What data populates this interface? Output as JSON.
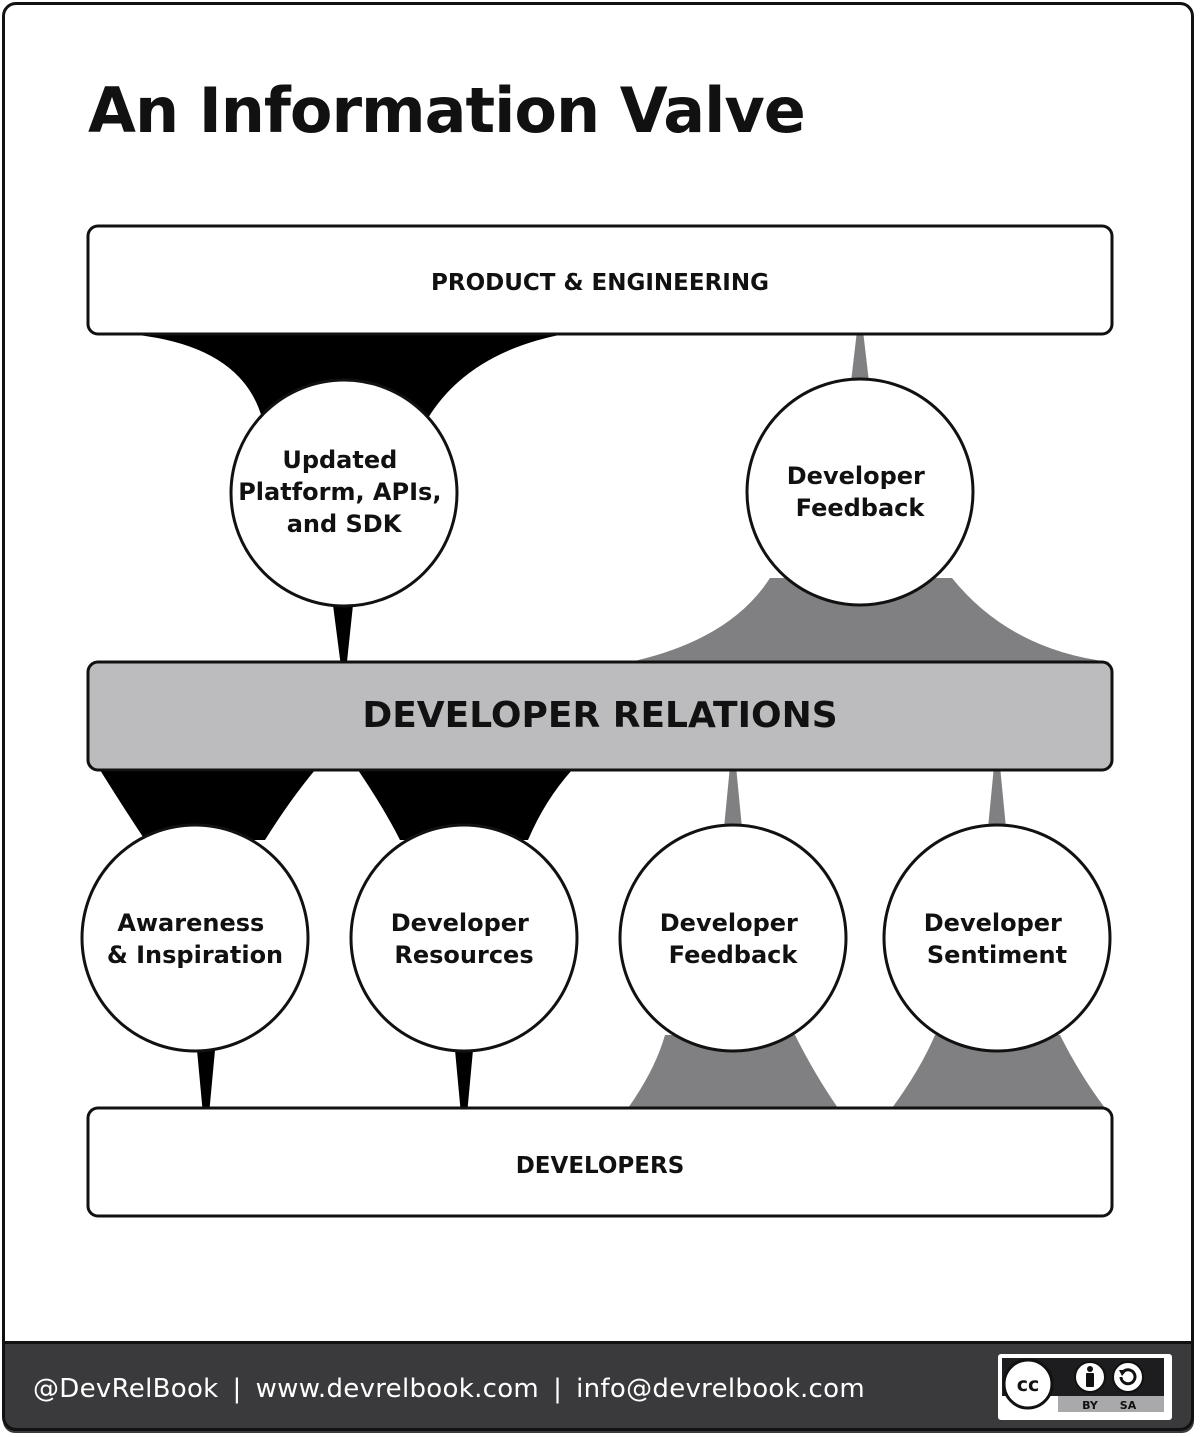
{
  "title": "An Information Valve",
  "boxes": {
    "product_engineering": "PRODUCT & ENGINEERING",
    "developer_relations": "DEVELOPER RELATIONS",
    "developers": "DEVELOPERS"
  },
  "nodes": {
    "updated_platform": [
      "Updated",
      "Platform, APIs,",
      "and SDK"
    ],
    "developer_feedback_top": [
      "Developer",
      "Feedback"
    ],
    "awareness": [
      "Awareness",
      "& Inspiration"
    ],
    "developer_resources": [
      "Developer",
      "Resources"
    ],
    "developer_feedback_bottom": [
      "Developer",
      "Feedback"
    ],
    "developer_sentiment": [
      "Developer",
      "Sentiment"
    ]
  },
  "footer": {
    "handle": "@DevRelBook",
    "separator": "|",
    "website": "www.devrelbook.com",
    "email": "info@devrelbook.com"
  },
  "license": {
    "cc": "cc",
    "by": "BY",
    "sa": "SA"
  },
  "colors": {
    "outbound": "#000000",
    "inbound": "#808082",
    "devrel_box": "#bcbcbe",
    "footer_bg": "#3a3a3c"
  }
}
